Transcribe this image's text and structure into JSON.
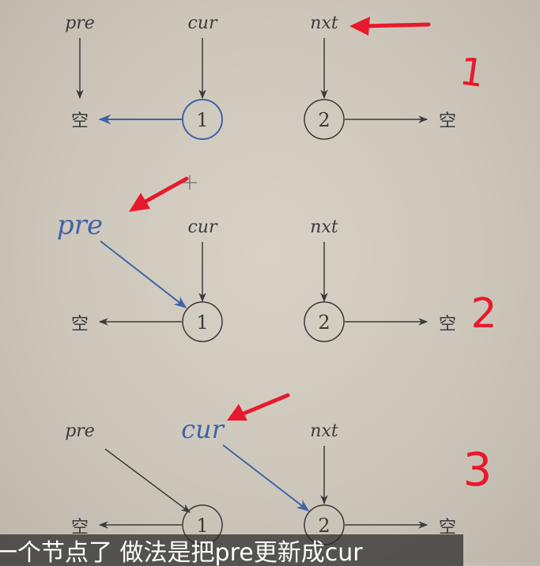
{
  "colors": {
    "ink": "#3a3a3a",
    "blue": "#3f63a8",
    "red": "#e8192c"
  },
  "pointer_labels": {
    "pre": "pre",
    "cur": "cur",
    "nxt": "nxt"
  },
  "node_values": [
    "1",
    "2"
  ],
  "null_label": "空",
  "annotations": [
    "1",
    "2",
    "3"
  ],
  "subtitle": "一个节点了 做法是把pre更新成cur"
}
